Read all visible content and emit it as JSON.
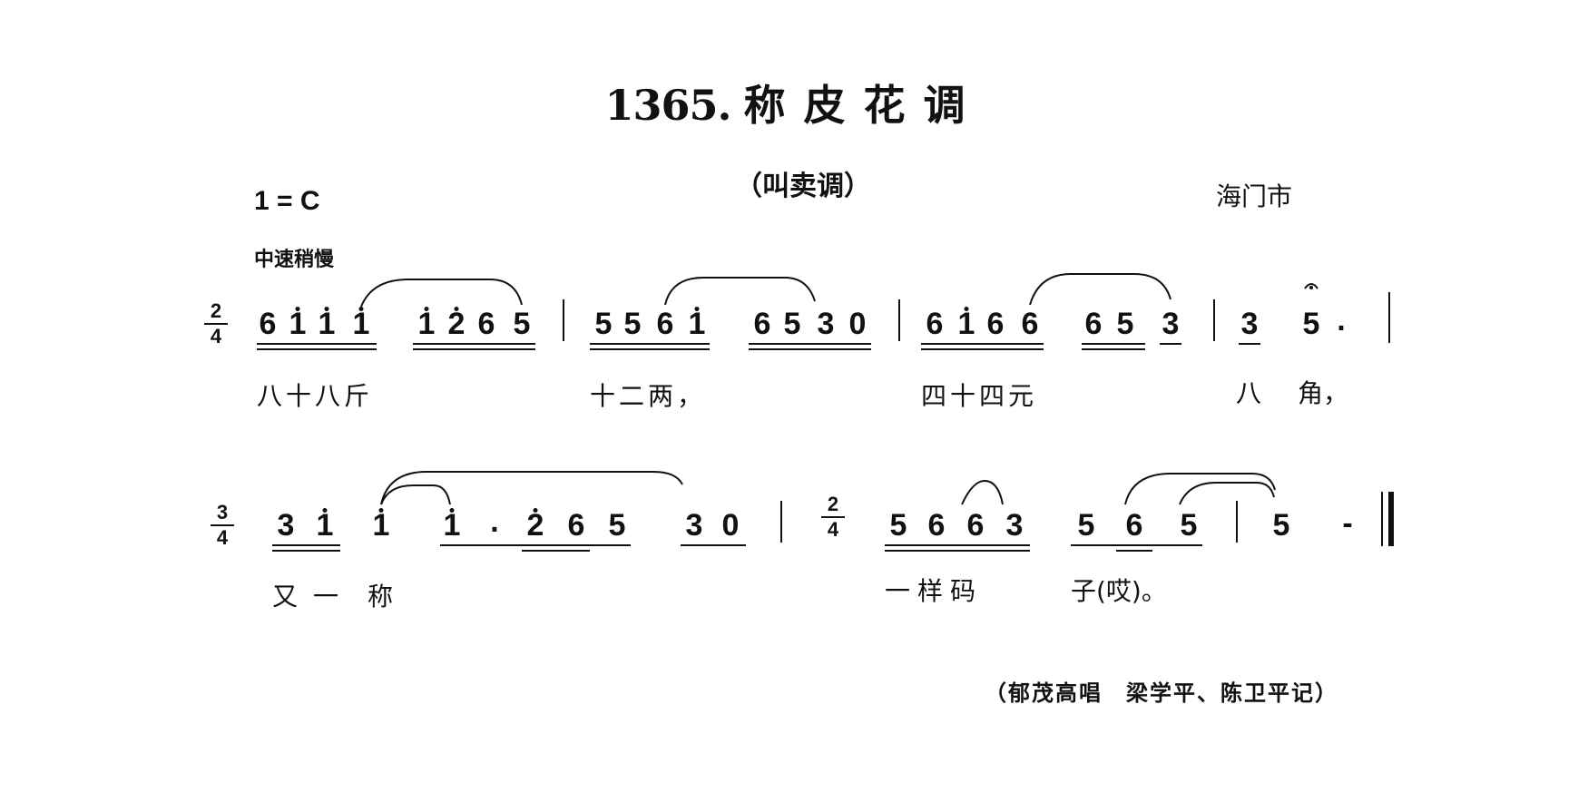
{
  "title": {
    "number": "1365.",
    "name": "称皮花调"
  },
  "subtitle": "（叫卖调）",
  "region": "海门市",
  "key": "1 = C",
  "tempo": "中速稍慢",
  "credit": "（郁茂高唱　梁学平、陈卫平记）",
  "time_signatures": [
    {
      "numerator": "2",
      "denominator": "4"
    },
    {
      "numerator": "3",
      "denominator": "4"
    },
    {
      "numerator": "2",
      "denominator": "4"
    }
  ],
  "lines": [
    {
      "notes": [
        "6",
        "1",
        "1",
        "1",
        "1",
        "2",
        "6",
        "5",
        "5",
        "5",
        "6",
        "1",
        "6",
        "5",
        "3",
        "0",
        "6",
        "1",
        "6",
        "6",
        "6",
        "5",
        "3",
        "3",
        "5",
        "."
      ],
      "lyrics": [
        "八十八斤",
        "十二两，",
        "四十四元",
        "八",
        "角，"
      ]
    },
    {
      "notes": [
        "3",
        "1",
        "1",
        "1",
        ".",
        "2",
        "6",
        "5",
        "3",
        "0",
        "5",
        "6",
        "6",
        "3",
        "5",
        "6",
        "5",
        "5",
        "-"
      ],
      "lyrics": [
        "又",
        "一",
        "称",
        "一样码",
        "子(哎)。"
      ]
    }
  ]
}
